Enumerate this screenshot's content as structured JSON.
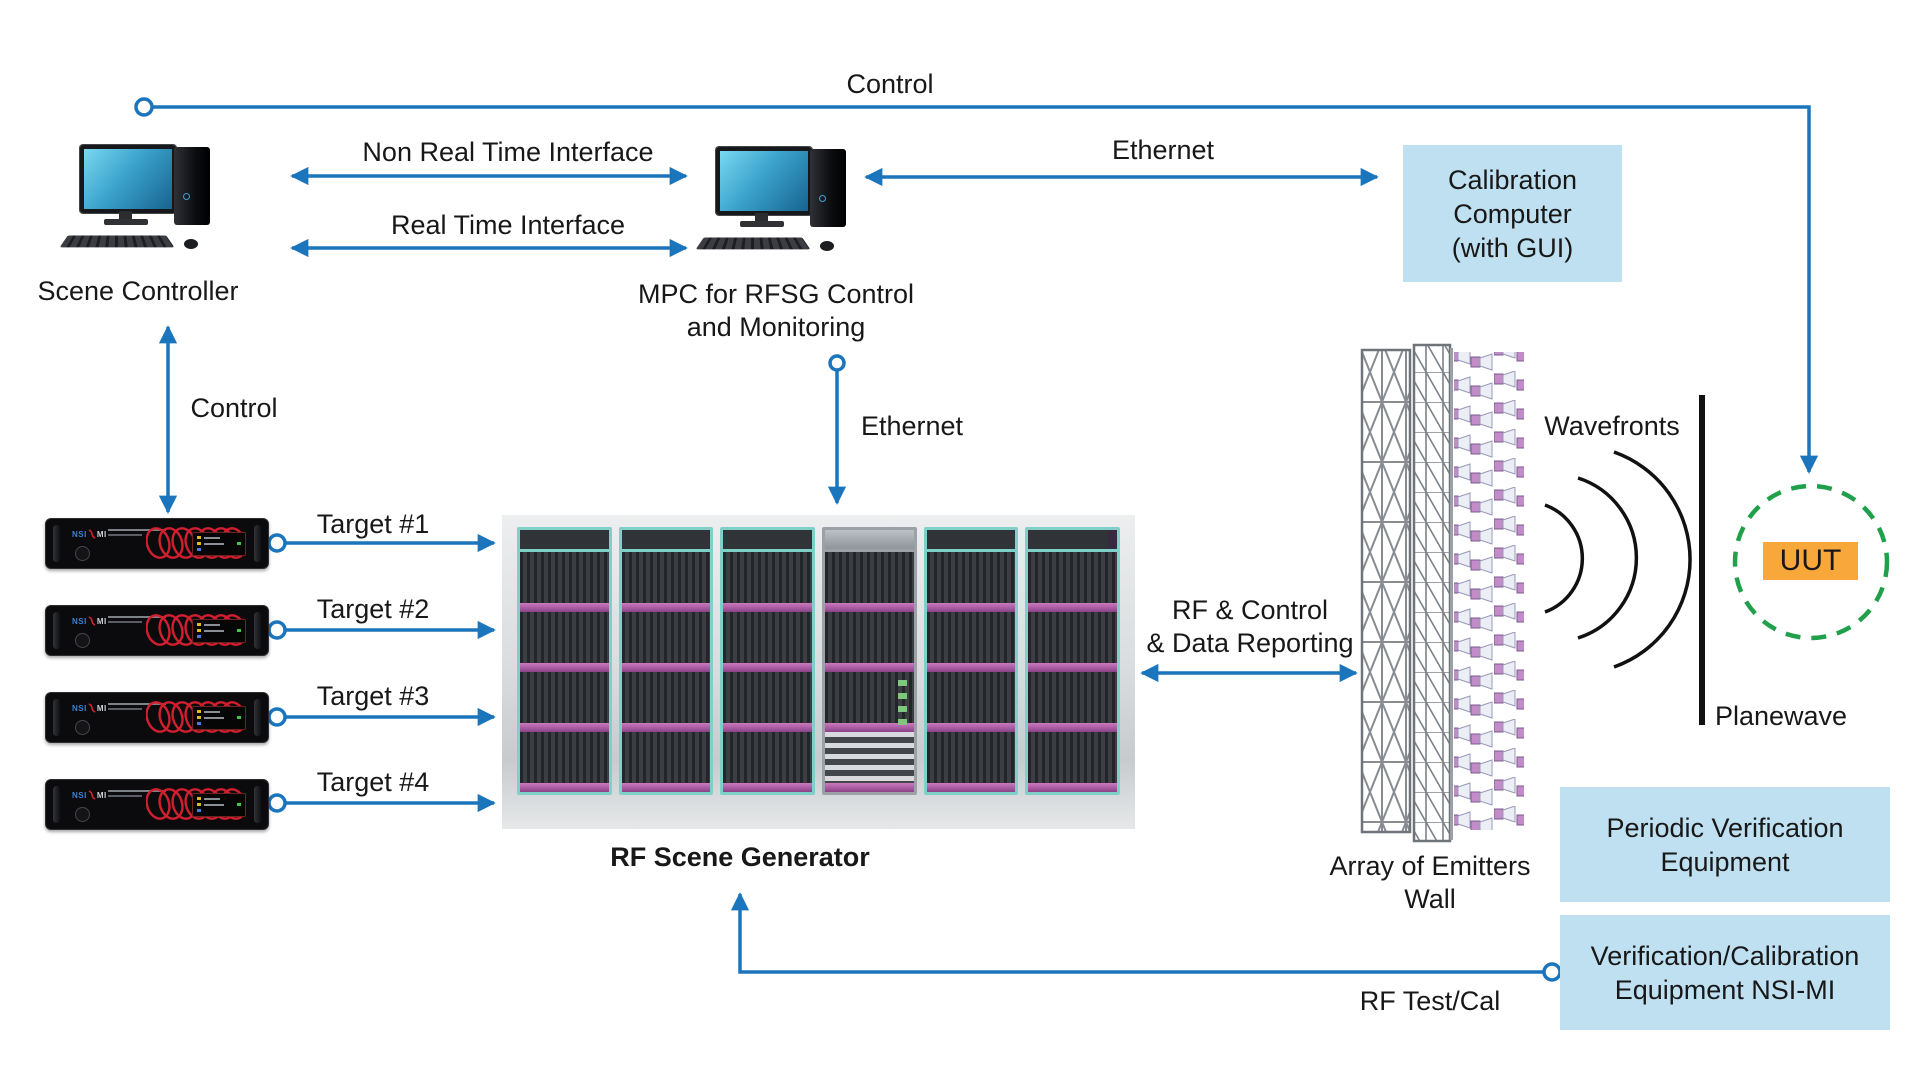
{
  "diagram": {
    "connections": {
      "control_top": "Control",
      "control_left": "Control",
      "non_real_time": "Non Real Time Interface",
      "real_time": "Real Time Interface",
      "ethernet_top": "Ethernet",
      "ethernet_down": "Ethernet",
      "rf_control_line1": "RF & Control",
      "rf_control_line2": "& Data Reporting",
      "rf_test_cal": "RF Test/Cal"
    },
    "nodes": {
      "scene_controller": "Scene Controller",
      "mpc_line1": "MPC for RFSG Control",
      "mpc_line2": "and Monitoring",
      "calibration_line1": "Calibration",
      "calibration_line2": "Computer",
      "calibration_line3": "(with GUI)",
      "rf_scene_generator": "RF Scene Generator",
      "array_line1": "Array of Emitters",
      "array_line2": "Wall",
      "wavefronts": "Wavefronts",
      "planewave": "Planewave",
      "uut": "UUT",
      "periodic_line1": "Periodic Verification",
      "periodic_line2": "Equipment",
      "vercal_line1": "Verification/Calibration",
      "vercal_line2": "Equipment NSI-MI"
    },
    "targets": [
      {
        "label": "Target #1"
      },
      {
        "label": "Target #2"
      },
      {
        "label": "Target #3"
      },
      {
        "label": "Target #4"
      }
    ],
    "device": {
      "brand_left": "NSI",
      "brand_right": "MI"
    },
    "colors": {
      "connector_blue": "#1b75bc",
      "panel_blue": "#bfe0f1",
      "uut_orange": "#f8a83b",
      "uut_circle_green": "#21a04c"
    }
  }
}
